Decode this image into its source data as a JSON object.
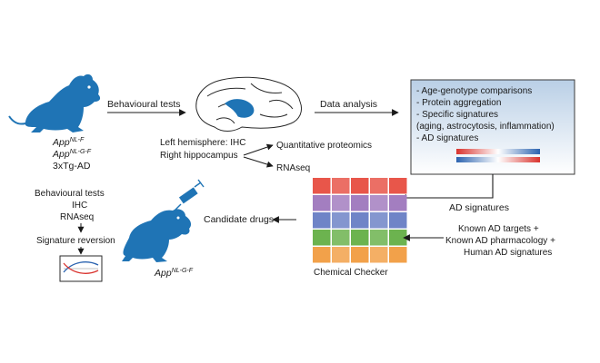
{
  "mouse_models": {
    "app_nlf": {
      "base": "App",
      "sup": "NL-F"
    },
    "app_nlgf": {
      "base": "App",
      "sup": "NL-G-F"
    },
    "tg": "3xTg-AD"
  },
  "labels": {
    "behavioural_tests": "Behavioural tests",
    "left_hemisphere": "Left hemisphere: IHC",
    "right_hippocampus": "Right hippocampus",
    "quant_proteomics": "Quantitative proteomics",
    "rnaseq": "RNAseq",
    "data_analysis": "Data analysis",
    "ad_signatures_arrow": "AD signatures",
    "candidate_drugs": "Candidate drugs",
    "chemical_checker": "Chemical Checker",
    "treated_mouse": {
      "base": "App",
      "sup": "NL-G-F"
    }
  },
  "signature_box": {
    "items": [
      "- Age-genotype comparisons",
      "- Protein aggregation",
      "- Specific signatures",
      "(aging, astrocytosis, inflammation)",
      "- AD signatures"
    ]
  },
  "known_inputs": [
    "Known AD targets +",
    "Known AD pharmacology +",
    "Human AD signatures"
  ],
  "validation": [
    "Behavioural tests",
    "IHC",
    "RNAseq",
    "Signature reversion"
  ],
  "colors": {
    "mouse_blue": "#1f74b5",
    "box_gradient_top": "#b9cfe6",
    "box_gradient_bottom": "#ffffff",
    "cc_rows": [
      "#e8564a",
      "#a37ec0",
      "#6f84c7",
      "#6cb34f",
      "#f2a14a"
    ]
  }
}
